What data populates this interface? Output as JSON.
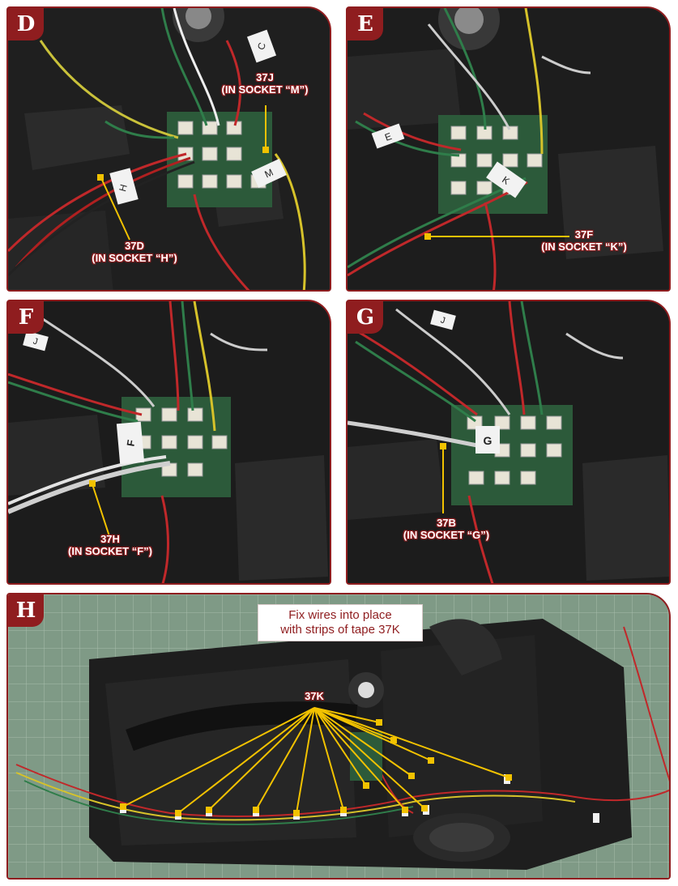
{
  "colors": {
    "accent": "#8f1d1f",
    "leader": "#f2c200",
    "background": "#171717",
    "mat": "#7f9a86"
  },
  "panels": [
    {
      "letter": "D",
      "callout": {
        "line1": "37J",
        "line2": "(IN SOCKET “M”)"
      },
      "callout2": {
        "line1": "37D",
        "line2": "(IN SOCKET “H”)"
      }
    },
    {
      "letter": "E",
      "callout": {
        "line1": "37F",
        "line2": "(IN SOCKET “K”)"
      }
    },
    {
      "letter": "F",
      "callout": {
        "line1": "37H",
        "line2": "(IN SOCKET “F”)"
      }
    },
    {
      "letter": "G",
      "callout": {
        "line1": "37B",
        "line2": "(IN SOCKET “G”)"
      }
    },
    {
      "letter": "H",
      "callout": {
        "line1": "37K"
      },
      "note": {
        "line1": "Fix wires into place",
        "line2": "with strips of tape 37K"
      }
    }
  ],
  "tape_labels": {
    "d1": "H",
    "d2": "M",
    "d3": "C",
    "e1": "K",
    "e2": "E",
    "f1": "F",
    "f2": "J",
    "g1": "G",
    "g2": "J"
  }
}
